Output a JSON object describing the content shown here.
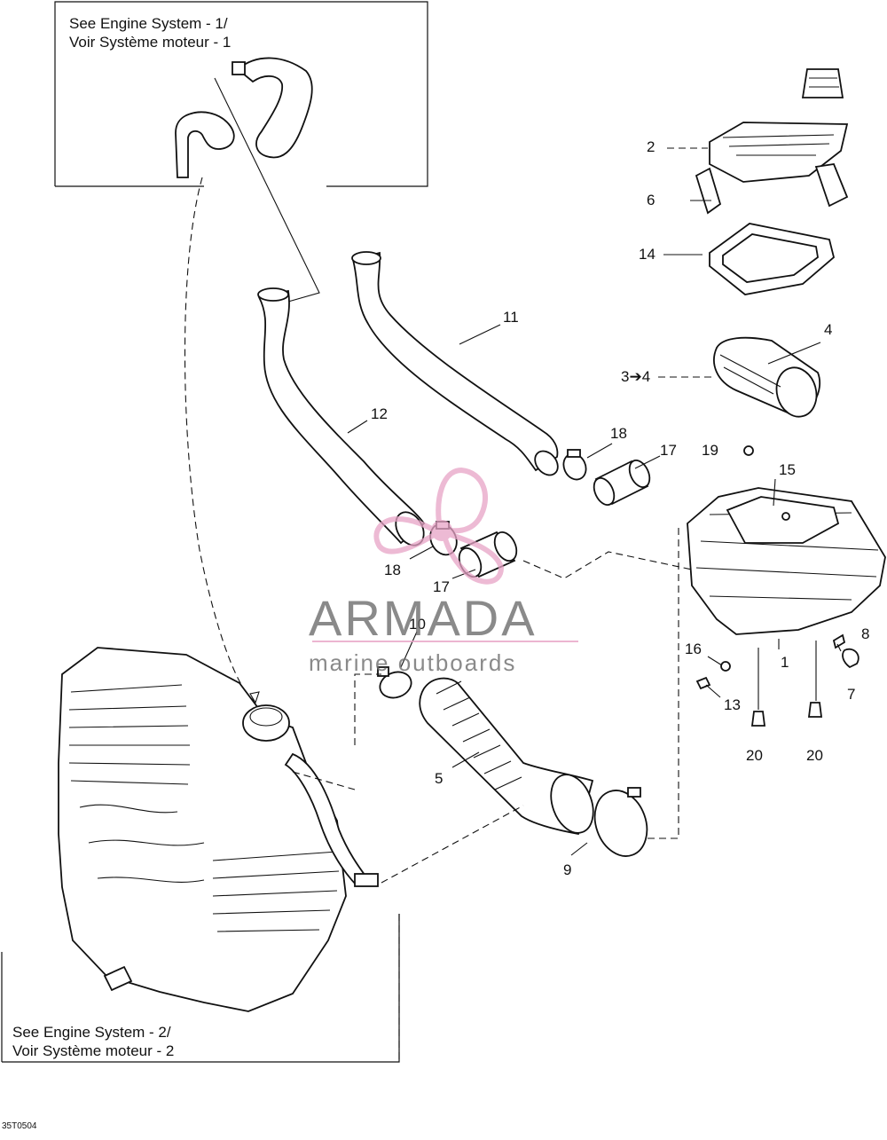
{
  "diagram": {
    "references": {
      "engine_system_1": [
        "See Engine System - 1/",
        "Voir Système moteur - 1"
      ],
      "engine_system_2": [
        "See Engine System - 2/",
        "Voir Système moteur - 2"
      ]
    },
    "callouts": {
      "c2": "2",
      "c6": "6",
      "c14": "14",
      "c4": "4",
      "c3to4": "3➔4",
      "c11": "11",
      "c12": "12",
      "c18a": "18",
      "c17a": "17",
      "c19": "19",
      "c15": "15",
      "c18b": "18",
      "c17b": "17",
      "c10": "10",
      "c16": "16",
      "c1": "1",
      "c8": "8",
      "c13": "13",
      "c7": "7",
      "c20a": "20",
      "c20b": "20",
      "c5": "5",
      "c9": "9"
    },
    "document_code": "35T0504"
  },
  "watermark": {
    "brand": "ARMADA",
    "tagline": "marine outboards",
    "color": "#e7a3c6"
  }
}
